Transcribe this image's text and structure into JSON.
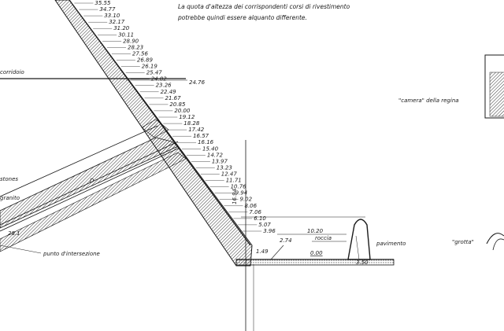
{
  "note": {
    "line1": "La quota d'altezza dei corrispondenti corsi di rivestimento",
    "line2": "potrebbe quindi essere alquanto differente."
  },
  "labels": {
    "corridoio": "corridoio",
    "camera": "\"camera\" della regina",
    "grotta": "\"grotta\"",
    "pavimento": "pavimento",
    "punto": "punto d'intersezione",
    "stones": "stones",
    "granito": "granito",
    "D": "D",
    "roccia": "roccia"
  },
  "elevations": [
    "35.55",
    "34.77",
    "33.10",
    "32.17",
    "31.20",
    "30.11",
    "28.90",
    "28.23",
    "27.56",
    "26.89",
    "26.19",
    "25.47",
    "24.02",
    "23.26",
    "22.49",
    "21.67",
    "20.85",
    "20.00",
    "19.12",
    "18.28",
    "17.42",
    "16.57",
    "16.16",
    "15.40",
    "14.72",
    "13.97",
    "13.23",
    "12.47",
    "11.71",
    "10.76",
    "9.94",
    "9.02",
    "8.06",
    "7.06",
    "6.10",
    "5.07",
    "3.96"
  ],
  "dims": {
    "top_right": "24.76",
    "vertical": "16.94",
    "d274": "2.74",
    "d1020": "10.20",
    "d000": "0.00",
    "d149": "1.49",
    "d350": "3.50",
    "d28": "28.1"
  }
}
